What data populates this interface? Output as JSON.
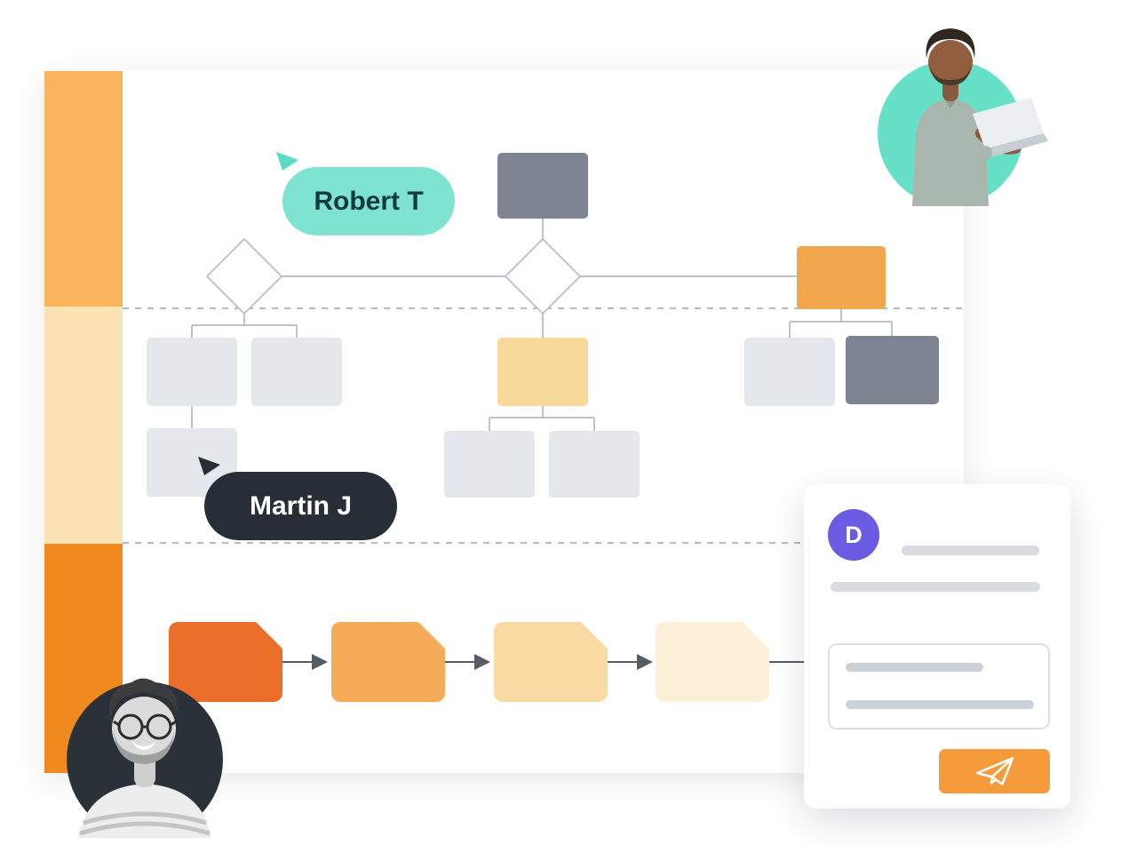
{
  "page": {
    "background": "#FFFFFF"
  },
  "canvas": {
    "swimlane_colors": [
      "#F9B45C",
      "#FCE3B4",
      "#F18A1E"
    ],
    "divider_color": "#9BA3AB"
  },
  "collaborators": {
    "cursor1": {
      "label": "Robert T",
      "pill_color": "#7EE3D0",
      "text_color": "#123A42"
    },
    "cursor2": {
      "label": "Martin J",
      "pill_color": "#272E37",
      "text_color": "#FFFFFF"
    }
  },
  "flowchart": {
    "node_colors": {
      "slate": "#7C8591",
      "light": "#E4E7EB",
      "orange": "#F2A74E",
      "tan": "#F7D99B"
    },
    "connector_color": "#B3BAC1",
    "arrow_color": "#565C64",
    "process_card_colors": [
      "#E96F2B",
      "#F5AB57",
      "#F9DAA3",
      "#FCF0D9"
    ]
  },
  "comment_card": {
    "avatar_letter": "D",
    "avatar_color": "#6A5BE2",
    "placeholder_bar_color": "#D8DCE1",
    "send_button_color": "#F59B3B",
    "send_icon": "paper-plane-icon"
  },
  "photos": {
    "top_right": {
      "background": "#66E1C8",
      "subject": "man-with-laptop"
    },
    "bottom_left": {
      "background": "#2A3139",
      "subject": "smiling-man-glasses"
    }
  }
}
